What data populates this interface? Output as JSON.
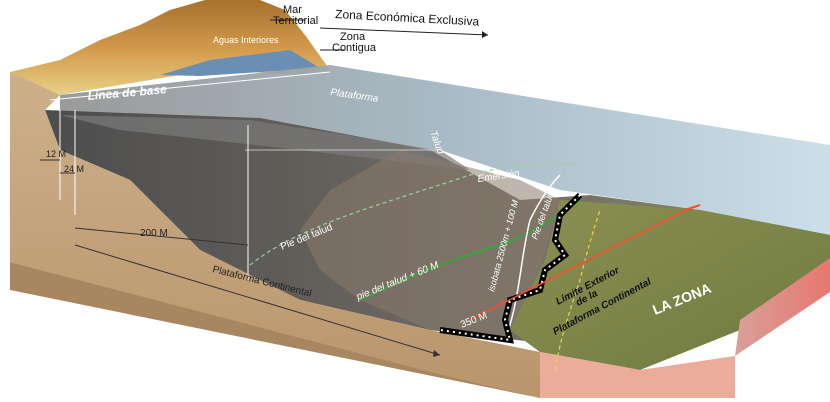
{
  "labels": {
    "mar_territorial_1": "Mar",
    "mar_territorial_2": "Territorial",
    "zee": "Zona Económica Exclusiva",
    "zona_contigua_1": "Zona",
    "zona_contigua_2": "Contigua",
    "aguas_interiores": "Aguas Interiores",
    "linea_base": "Línea de base",
    "plataforma": "Plataforma",
    "talud": "Talud",
    "emersion": "Emersión",
    "pie_talud": "Pie del talud",
    "pie_talud_60": "pie del talud + 60 M",
    "isobata": "isobata 2500m + 100 M",
    "pie_talud_60_b": "Pie del talud",
    "limite_1": "Límite Exterior",
    "limite_2": "de la",
    "limite_3": "Plataforma Continental",
    "la_zona": "LA ZONA",
    "m12": "12 M",
    "m24": "24 M",
    "m200": "200 M",
    "m350": "350 M",
    "plataforma_continental": "Plataforma Continental"
  },
  "colors": {
    "sea_surface": "#bfd3df",
    "land": "#d9b080",
    "seabed_dark": "#5b5b5b",
    "zona": "#7f8a4a",
    "salmon": "#e6927e"
  }
}
